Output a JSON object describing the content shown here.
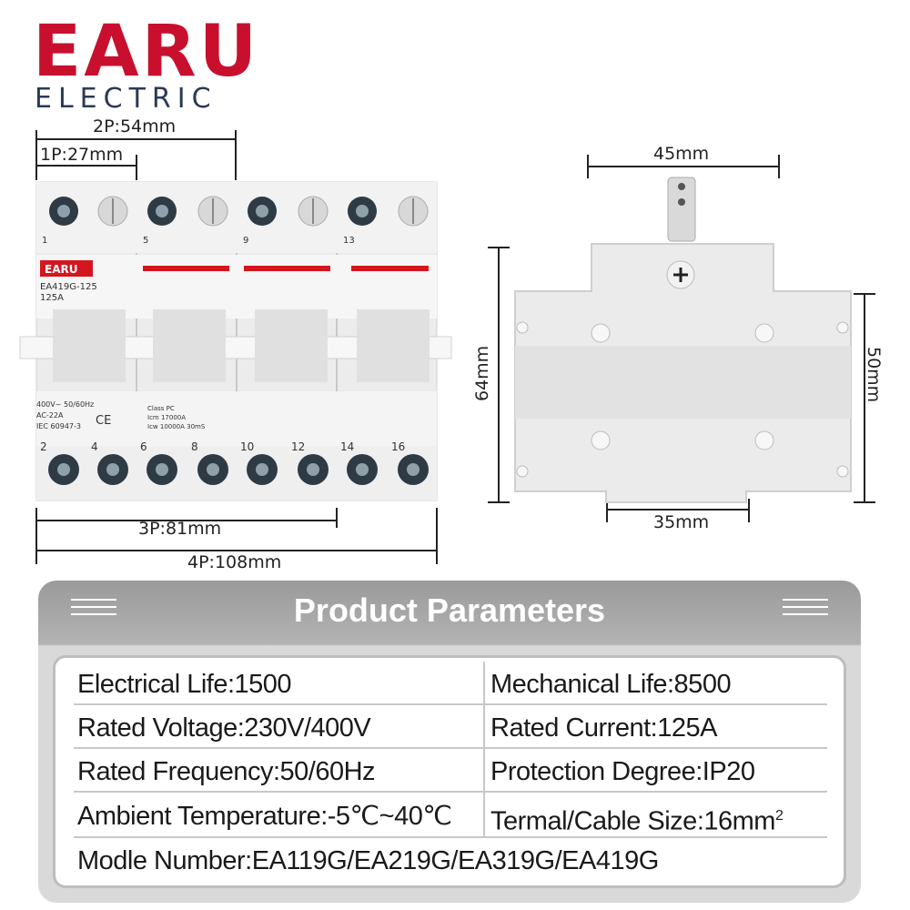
{
  "logo": {
    "brand": "EARU",
    "sub": "ELECTRIC"
  },
  "front_view": {
    "dims": {
      "two_pole": "2P:54mm",
      "one_pole": "1P:27mm",
      "three_pole": "3P:81mm",
      "four_pole": "4P:108mm"
    },
    "device_labels": {
      "brand_badge": "EARU",
      "model": "EA419G-125",
      "current": "125A",
      "voltage": "400V~ 50/60Hz",
      "category": "AC-22A",
      "standard": "IEC 60947-3",
      "ce": "CE",
      "class": "Class PC",
      "icm": "Icm 17000A",
      "icw": "Icw 10000A 30mS",
      "top_terminals": [
        "1",
        "5",
        "9",
        "13"
      ],
      "bottom_terminals": [
        "2",
        "4",
        "6",
        "8",
        "10",
        "12",
        "14",
        "16"
      ]
    }
  },
  "side_view": {
    "dims": {
      "width_top": "45mm",
      "height_left": "64mm",
      "height_right": "50mm",
      "width_bottom": "35mm"
    }
  },
  "parameters": {
    "title": "Product Parameters",
    "left": [
      "Electrical Life:1500",
      "Rated Voltage:230V/400V",
      "Rated Frequency:50/60Hz",
      "Ambient Temperature:-5℃~40℃"
    ],
    "right": [
      "Mechanical Life:8500",
      "Rated Current:125A",
      "Protection Degree:IP20",
      "Termal/Cable Size:16mm",
      "2"
    ],
    "model_row": "Modle Number:EA119G/EA219G/EA319G/EA419G"
  }
}
